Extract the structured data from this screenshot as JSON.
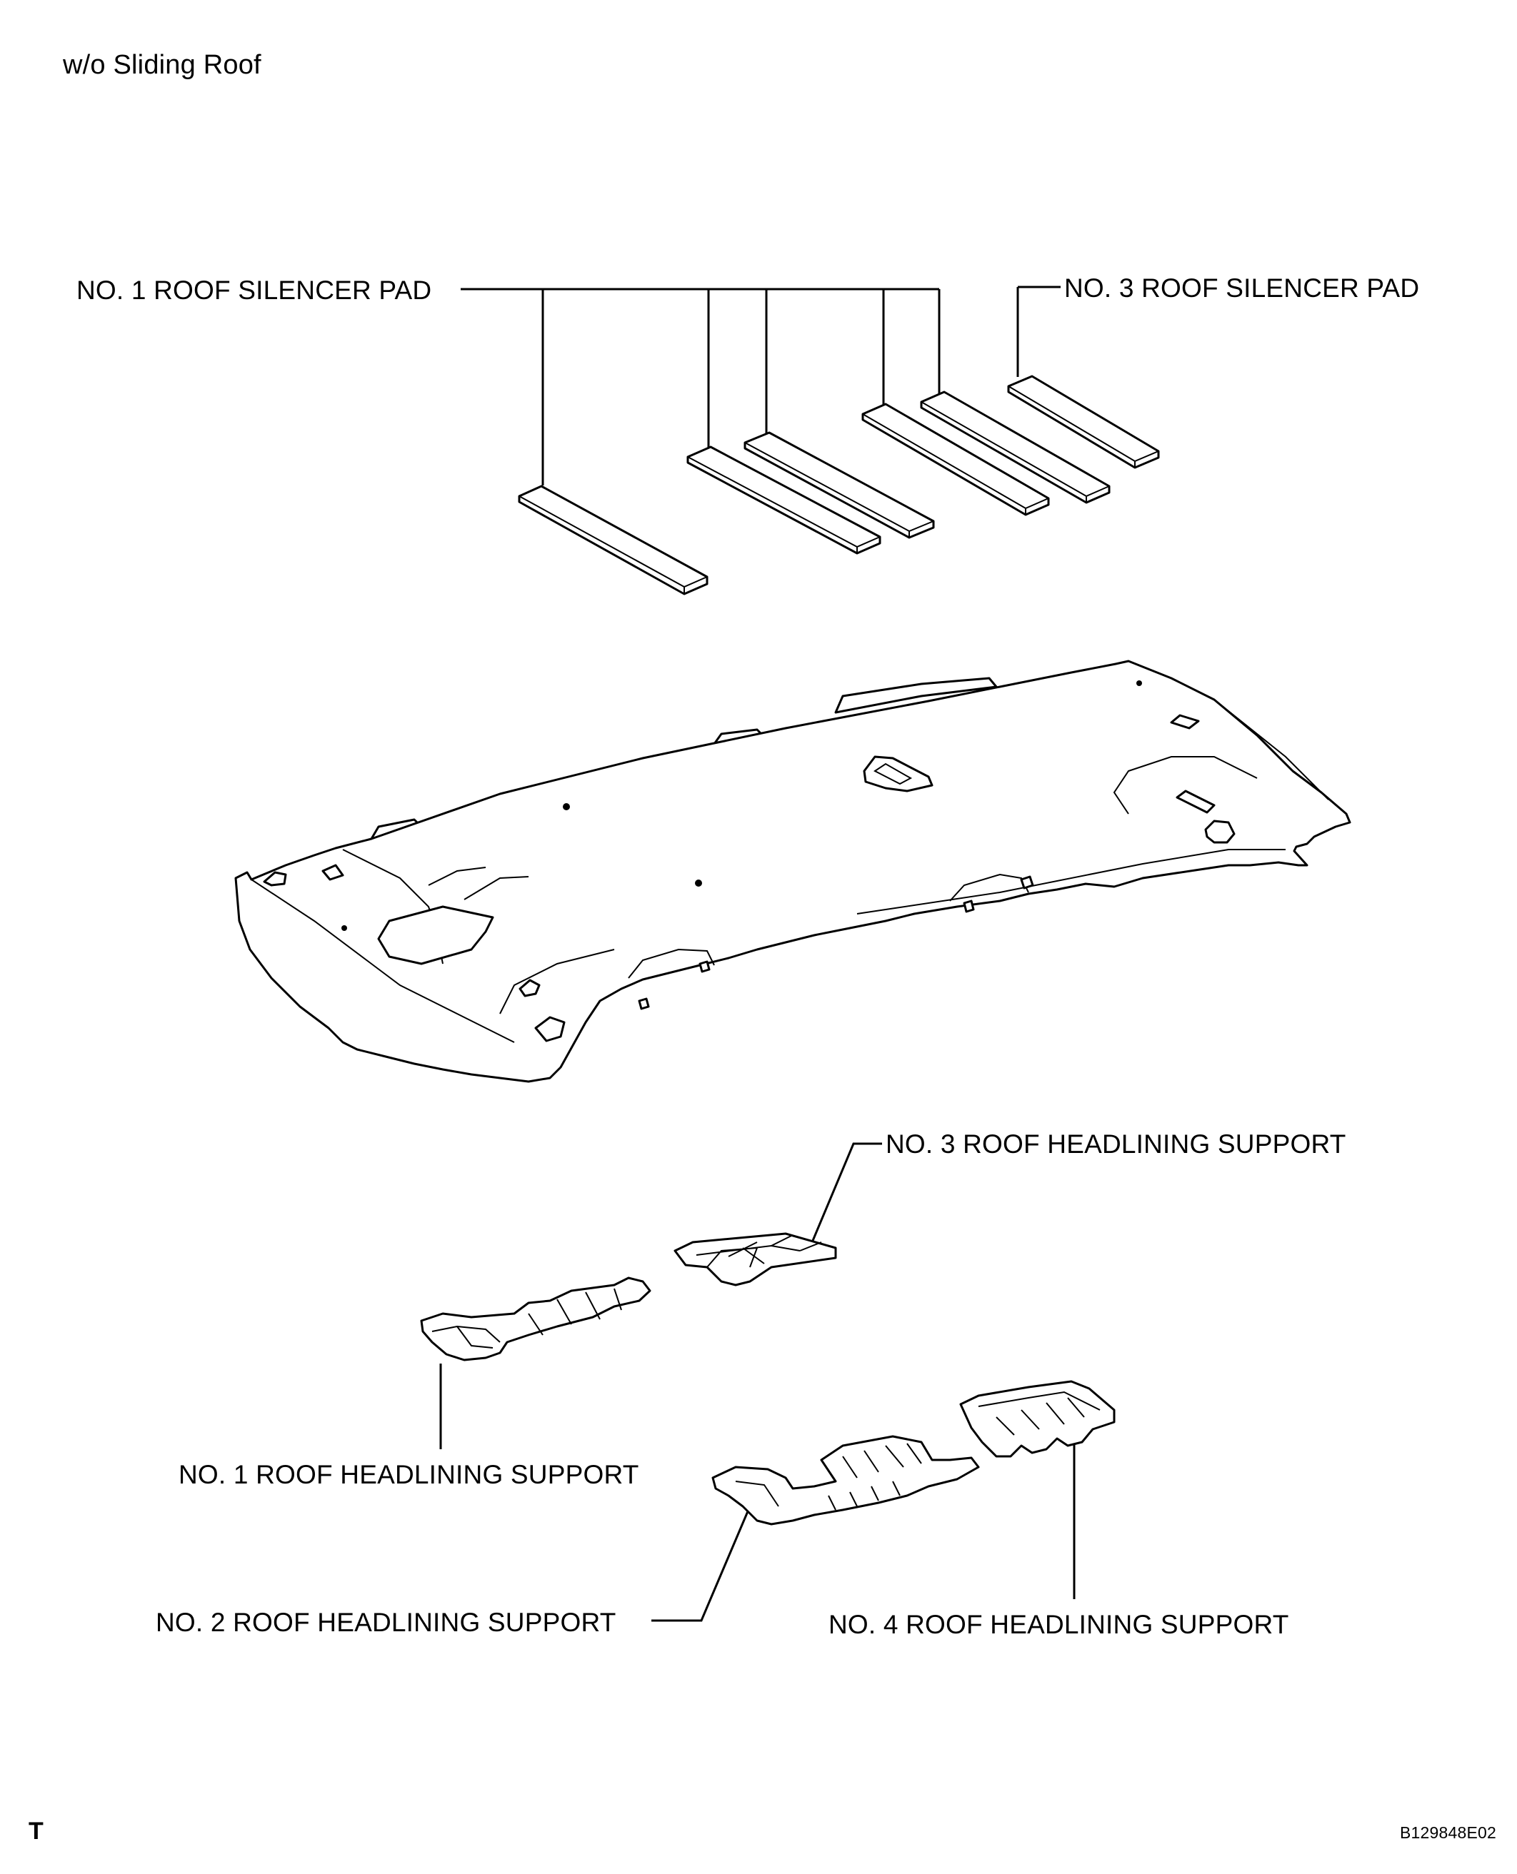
{
  "diagram": {
    "title": "w/o Sliding Roof",
    "labels": {
      "pad1": "NO. 1 ROOF SILENCER PAD",
      "pad3": "NO. 3 ROOF SILENCER PAD",
      "support1": "NO. 1 ROOF HEADLINING SUPPORT",
      "support2": "NO. 2 ROOF HEADLINING SUPPORT",
      "support3": "NO. 3 ROOF HEADLINING SUPPORT",
      "support4": "NO. 4 ROOF HEADLINING SUPPORT"
    },
    "corner_mark": "T",
    "figure_code": "B129848E02"
  }
}
